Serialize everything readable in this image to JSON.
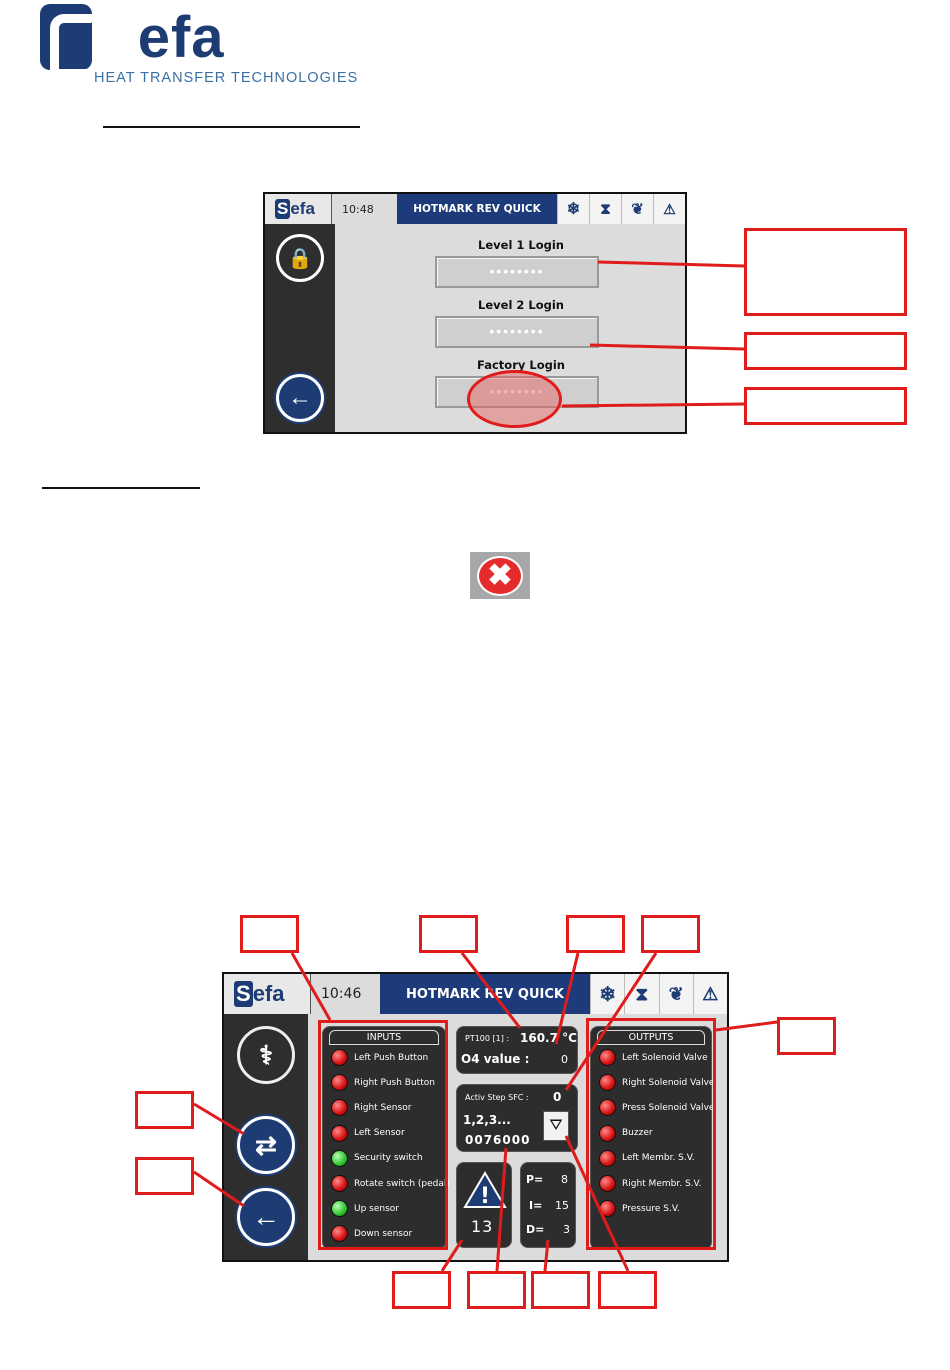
{
  "brand": {
    "logo_text": "Sefa",
    "tagline": "HEAT TRANSFER TECHNOLOGIES"
  },
  "login_screen": {
    "logo": "Sefa",
    "time": "10:48",
    "title": "HOTMARK REV QUICK",
    "status_icons": [
      "snowflake-icon",
      "hourglass-icon",
      "leaf-icon",
      "warning-icon"
    ],
    "fields": [
      {
        "label": "Level 1 Login",
        "value": "••••••••"
      },
      {
        "label": "Level 2 Login",
        "value": "••••••••"
      },
      {
        "label": "Factory Login",
        "value": "••••••••"
      }
    ]
  },
  "diagnostic_screen": {
    "logo": "Sefa",
    "time": "10:46",
    "title": "HOTMARK REV QUICK",
    "inputs_title": "INPUTS",
    "inputs": [
      {
        "label": "Left Push Button",
        "state": "red"
      },
      {
        "label": "Right Push Button",
        "state": "red"
      },
      {
        "label": "Right Sensor",
        "state": "red"
      },
      {
        "label": "Left Sensor",
        "state": "red"
      },
      {
        "label": "Security switch",
        "state": "green"
      },
      {
        "label": "Rotate switch (pedal)",
        "state": "red"
      },
      {
        "label": "Up sensor",
        "state": "green"
      },
      {
        "label": "Down sensor",
        "state": "red"
      }
    ],
    "outputs_title": "OUTPUTS",
    "outputs": [
      {
        "label": "Left Solenoid Valve",
        "state": "red"
      },
      {
        "label": "Right Solenoid Valve",
        "state": "red"
      },
      {
        "label": "Press Solenoid Valve",
        "state": "red"
      },
      {
        "label": "Buzzer",
        "state": "red"
      },
      {
        "label": "Left Membr. S.V.",
        "state": "red"
      },
      {
        "label": "Right Membr. S.V.",
        "state": "red"
      },
      {
        "label": "Pressure S.V.",
        "state": "red"
      }
    ],
    "pt100_label": "PT100 [1] :",
    "pt100_value": "160.7 °C",
    "o4_label": "O4 value :",
    "o4_value": "0",
    "sfc_label": "Activ Step SFC :",
    "sfc_value": "0",
    "sfc_seq": "1,2,3...",
    "counter": "0076000",
    "alarm_count": "13",
    "pid": {
      "p": "8",
      "i": "15",
      "d": "3"
    },
    "pid_labels": {
      "p": "P=",
      "i": "I=",
      "d": "D="
    }
  }
}
